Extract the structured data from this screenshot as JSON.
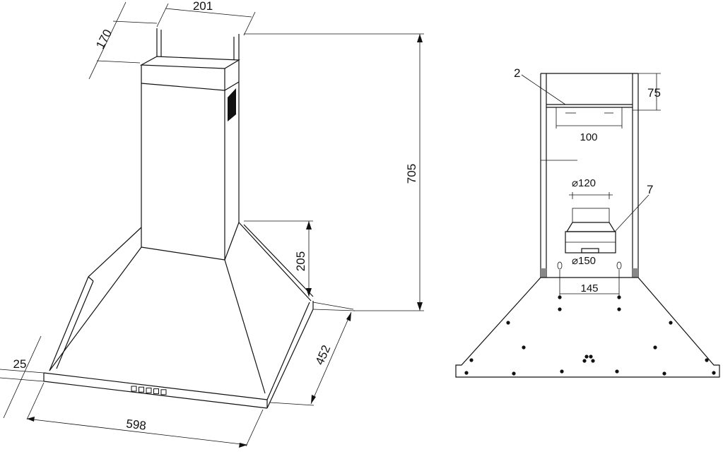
{
  "left_view": {
    "dimensions": {
      "chimney_width": "201",
      "chimney_depth": "170",
      "total_height": "705",
      "canopy_height": "205",
      "hood_depth": "452",
      "front_thickness": "25",
      "hood_width": "598"
    },
    "control_buttons_count": 5
  },
  "right_view": {
    "labels": {
      "callout_2": "2",
      "callout_7": "7",
      "top_offset": "75",
      "bracket_width": "100",
      "outlet_small": "⌀120",
      "outlet_large": "⌀150",
      "hole_spacing": "145"
    }
  }
}
